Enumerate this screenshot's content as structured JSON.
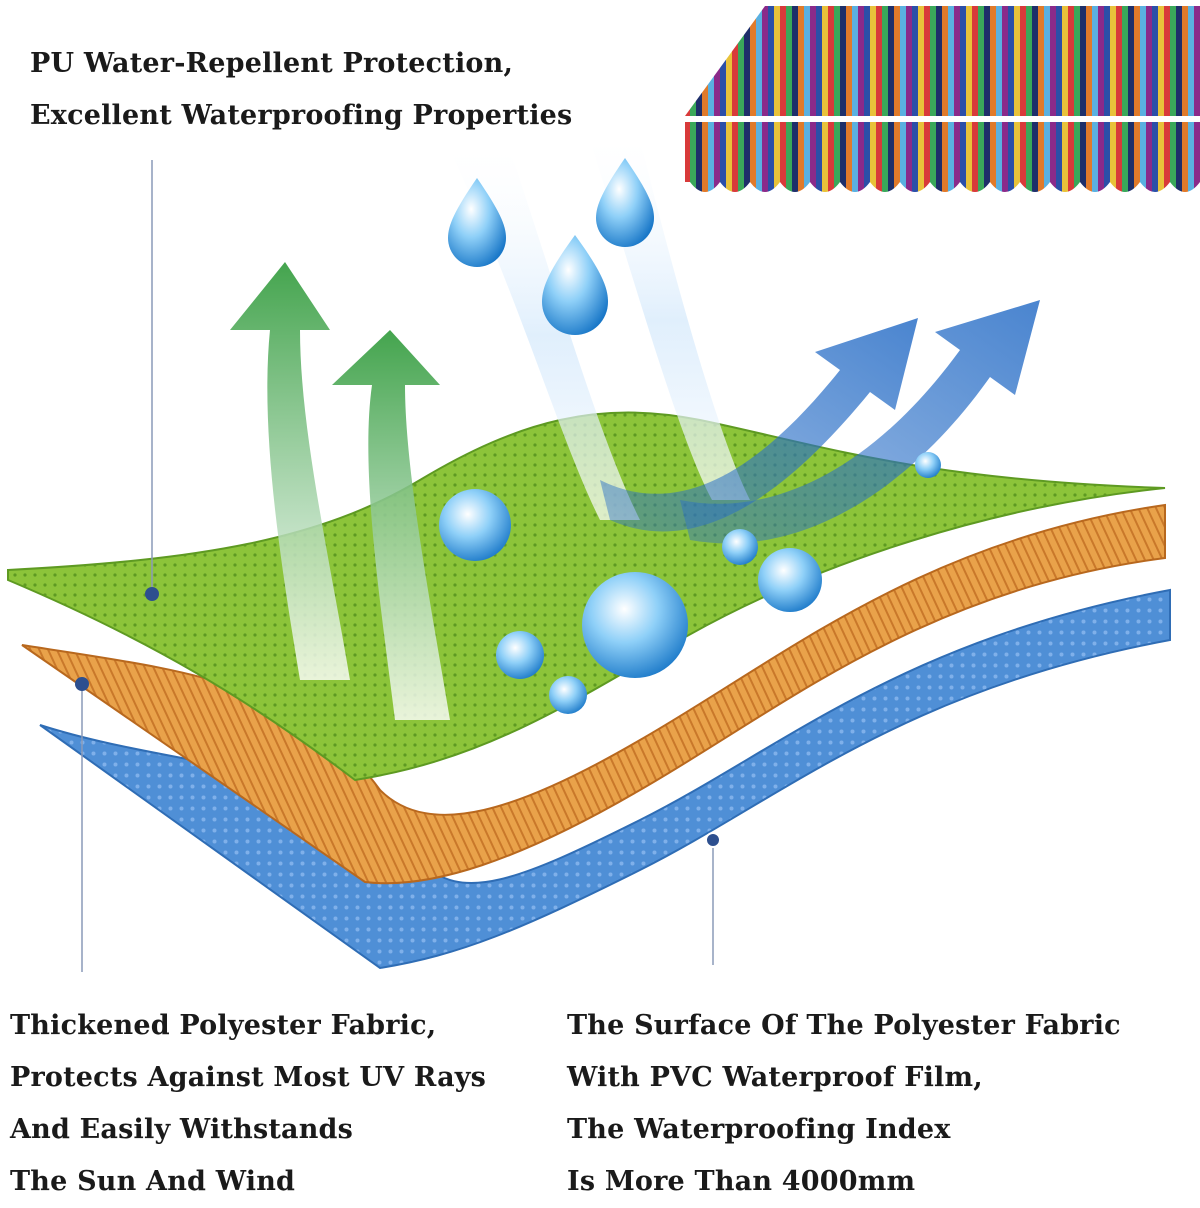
{
  "callouts": {
    "top": {
      "lines": [
        "PU Water-Repellent Protection,",
        "Excellent Waterproofing Properties"
      ]
    },
    "bottom_left": {
      "lines": [
        "Thickened Polyester Fabric,",
        "Protects Against Most UV Rays",
        "And Easily Withstands",
        "The Sun And Wind"
      ]
    },
    "bottom_right": {
      "lines": [
        "The Surface Of The Polyester Fabric",
        "With PVC Waterproof Film,",
        "The Waterproofing Index",
        "Is More Than 4000mm"
      ]
    }
  },
  "colors": {
    "layer_top": "#8cc43a",
    "layer_middle": "#e9a24a",
    "layer_bottom": "#4f8fd6",
    "arrow_green": "#2f9a3a",
    "arrow_blue": "#2a6fc7",
    "water": "#3a9ee0",
    "leader_line": "#8a9ab8"
  },
  "icons": [
    "green-arrow-icon",
    "blue-arrow-icon",
    "water-drop-icon",
    "awning-icon"
  ]
}
